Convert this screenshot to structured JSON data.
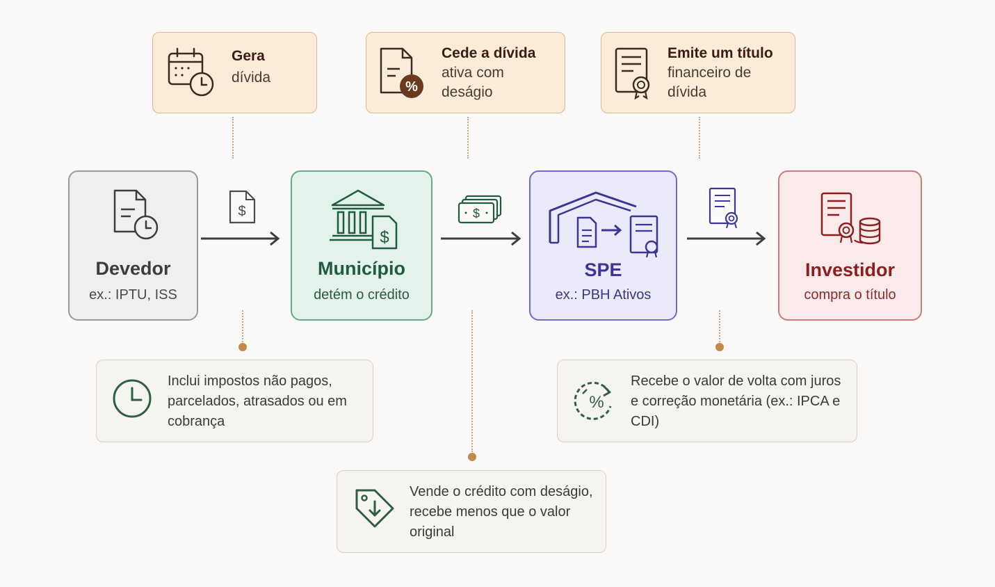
{
  "top_labels": [
    {
      "title": "Gera",
      "subtitle": "dívida",
      "icon": "calendar-clock-icon"
    },
    {
      "title": "Cede a dívida",
      "subtitle": "ativa com deságio",
      "icon": "document-percent-icon"
    },
    {
      "title": "Emite um título",
      "subtitle": "financeiro de dívida",
      "icon": "certificate-document-icon"
    }
  ],
  "nodes": [
    {
      "name": "Devedor",
      "desc": "ex.: IPTU, ISS",
      "icon": "document-clock-icon",
      "color": "#3d3d3d"
    },
    {
      "name": "Município",
      "desc": "detém o crédito",
      "icon": "bank-building-icon",
      "color": "#1f5c3f"
    },
    {
      "name": "SPE",
      "desc": "ex.: PBH Ativos",
      "icon": "warehouse-transfer-icon",
      "color": "#3a3596"
    },
    {
      "name": "Investidor",
      "desc": "compra o título",
      "icon": "certificate-coins-icon",
      "color": "#8b1e1e"
    }
  ],
  "notes": [
    {
      "text": "Inclui impostos não pagos, parcelados, atrasados ou em cobrança",
      "icon": "clock-icon"
    },
    {
      "text": "Vende o crédito com deságio, recebe menos que o valor original",
      "icon": "discount-tag-icon"
    },
    {
      "text": "Recebe o valor de volta com juros e correção monetária (ex.: IPCA e CDI)",
      "icon": "percent-cycle-icon"
    }
  ],
  "colors": {
    "accent": "#c58a45",
    "top_box_bg": "#faecd9",
    "note_bg": "#f6f4ef"
  }
}
